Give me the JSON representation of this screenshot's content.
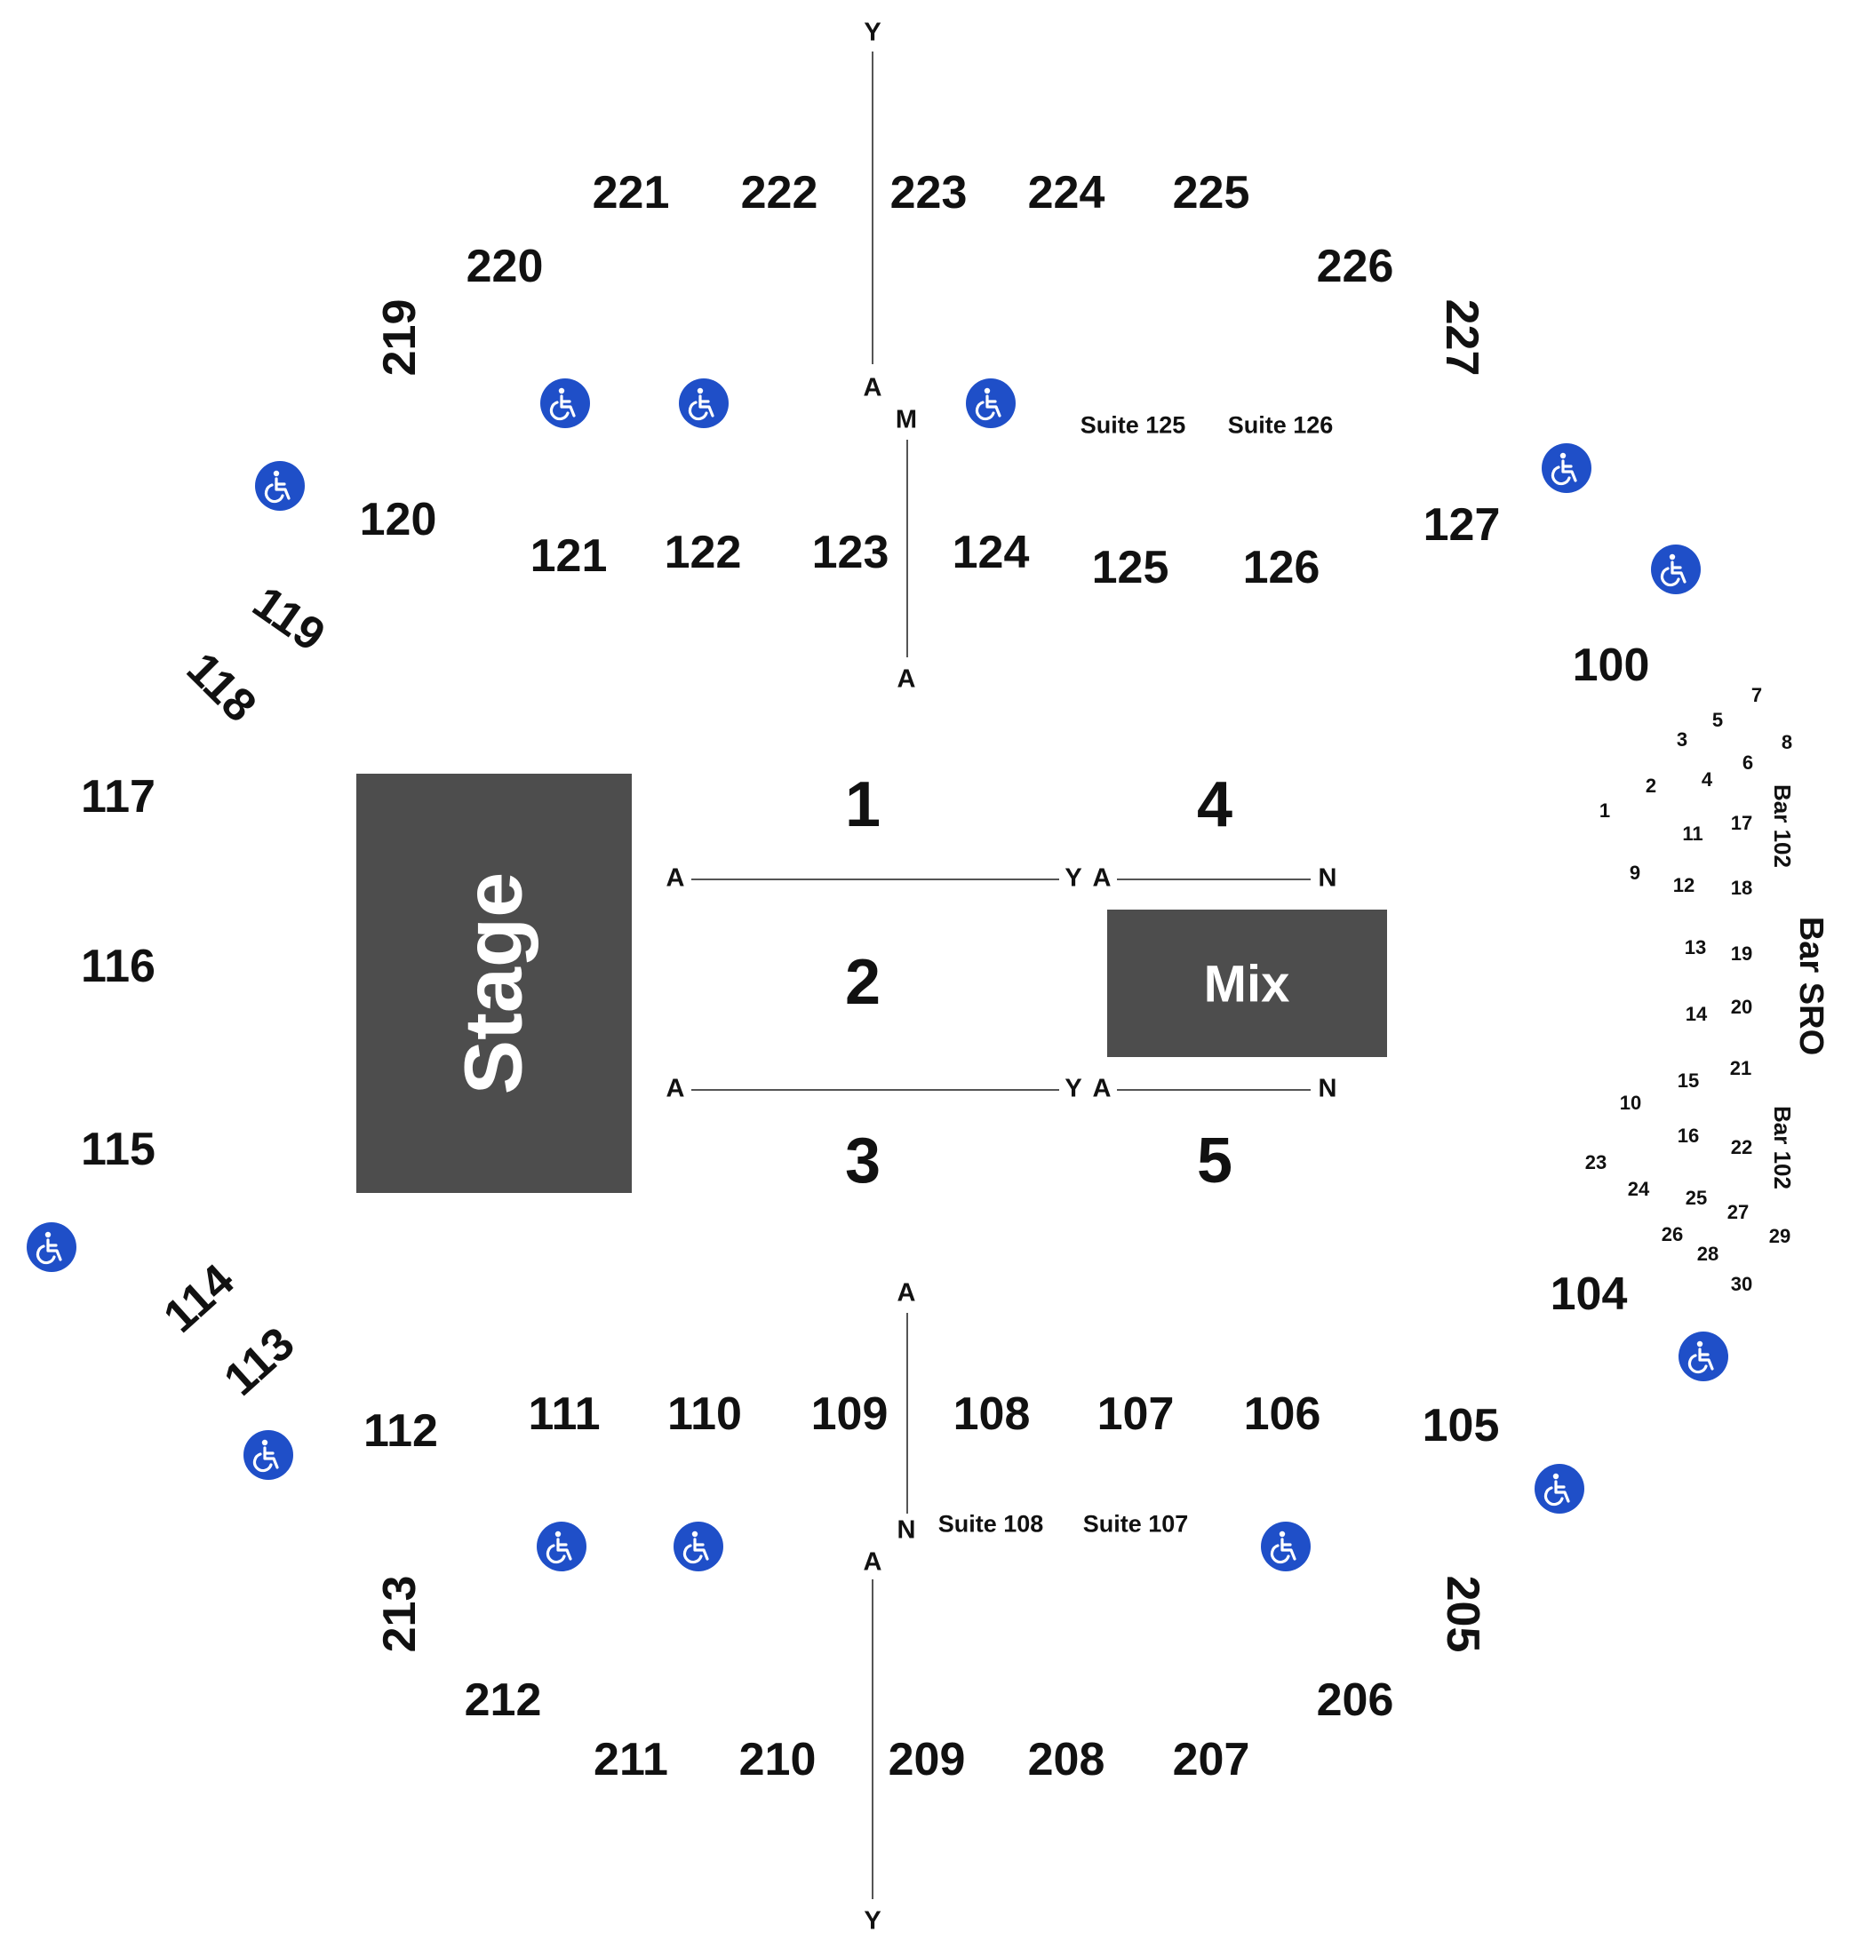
{
  "upper_sections_top": [
    "221",
    "222",
    "223",
    "224",
    "225",
    "220",
    "226",
    "219",
    "227"
  ],
  "lower_sections_top": [
    "120",
    "121",
    "122",
    "123",
    "124",
    "125",
    "126",
    "127"
  ],
  "side_left": [
    "119",
    "118",
    "117",
    "116",
    "115",
    "114",
    "113",
    "112"
  ],
  "lower_sections_bottom": [
    "111",
    "110",
    "109",
    "108",
    "107",
    "106",
    "105",
    "104",
    "100"
  ],
  "upper_sections_bottom": [
    "213",
    "212",
    "211",
    "210",
    "209",
    "208",
    "207",
    "206",
    "205"
  ],
  "floor": {
    "stage": "Stage",
    "mix": "Mix",
    "sections": [
      "1",
      "2",
      "3",
      "4",
      "5"
    ],
    "row_letters": {
      "start": "A",
      "end_long": "Y",
      "end_short": "N"
    }
  },
  "suites": [
    "Suite 125",
    "Suite 126",
    "Suite 108",
    "Suite 107"
  ],
  "aisle_rows": {
    "top_outer": [
      "Y",
      "A"
    ],
    "top_inner": [
      "M",
      "A"
    ],
    "bottom_inner": [
      "A",
      "N"
    ],
    "bottom_outer": [
      "A",
      "Y"
    ]
  },
  "bar": {
    "title": "Bar SRO",
    "label": "Bar 102",
    "tables": [
      "1",
      "2",
      "3",
      "4",
      "5",
      "6",
      "7",
      "8",
      "9",
      "10",
      "11",
      "12",
      "13",
      "14",
      "15",
      "16",
      "17",
      "18",
      "19",
      "20",
      "21",
      "22",
      "23",
      "24",
      "25",
      "26",
      "27",
      "28",
      "29",
      "30"
    ]
  },
  "icons": {
    "accessible": "wheelchair-icon",
    "count": 16
  },
  "colors": {
    "block": "#4d4d4d",
    "accessible": "#1f4fc8",
    "text": "#111111"
  }
}
